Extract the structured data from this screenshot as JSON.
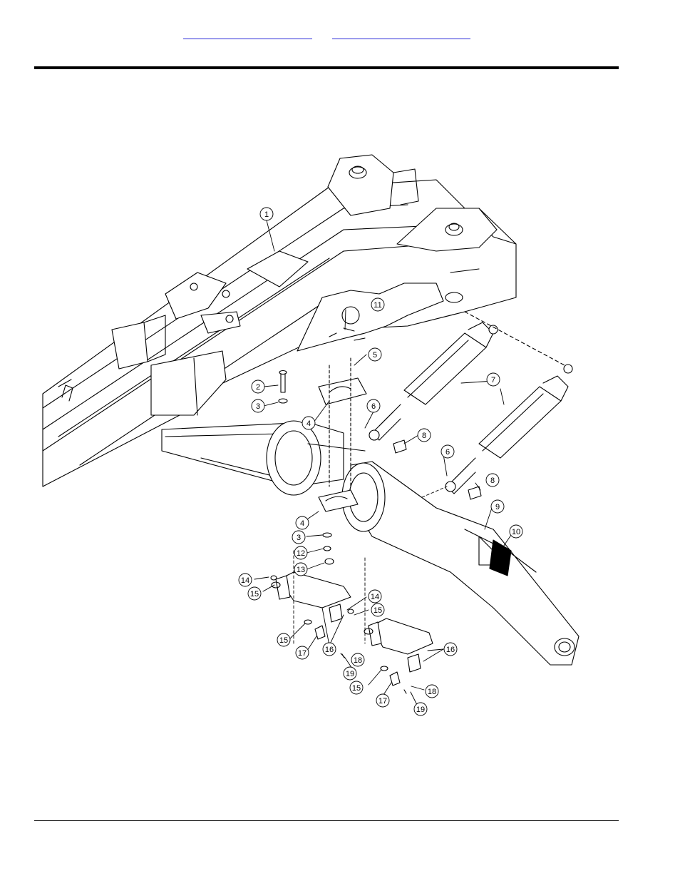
{
  "header": {
    "link_left": "",
    "link_right": ""
  },
  "diagram": {
    "callouts": [
      "1",
      "2",
      "3",
      "3",
      "4",
      "4",
      "5",
      "6",
      "6",
      "7",
      "8",
      "8",
      "9",
      "10",
      "11",
      "12",
      "13",
      "14",
      "14",
      "15",
      "15",
      "15",
      "15",
      "16",
      "16",
      "17",
      "17",
      "18",
      "18",
      "19",
      "19"
    ]
  },
  "colors": {
    "link": "#2b2bd8",
    "line": "#000000",
    "background": "#ffffff"
  }
}
